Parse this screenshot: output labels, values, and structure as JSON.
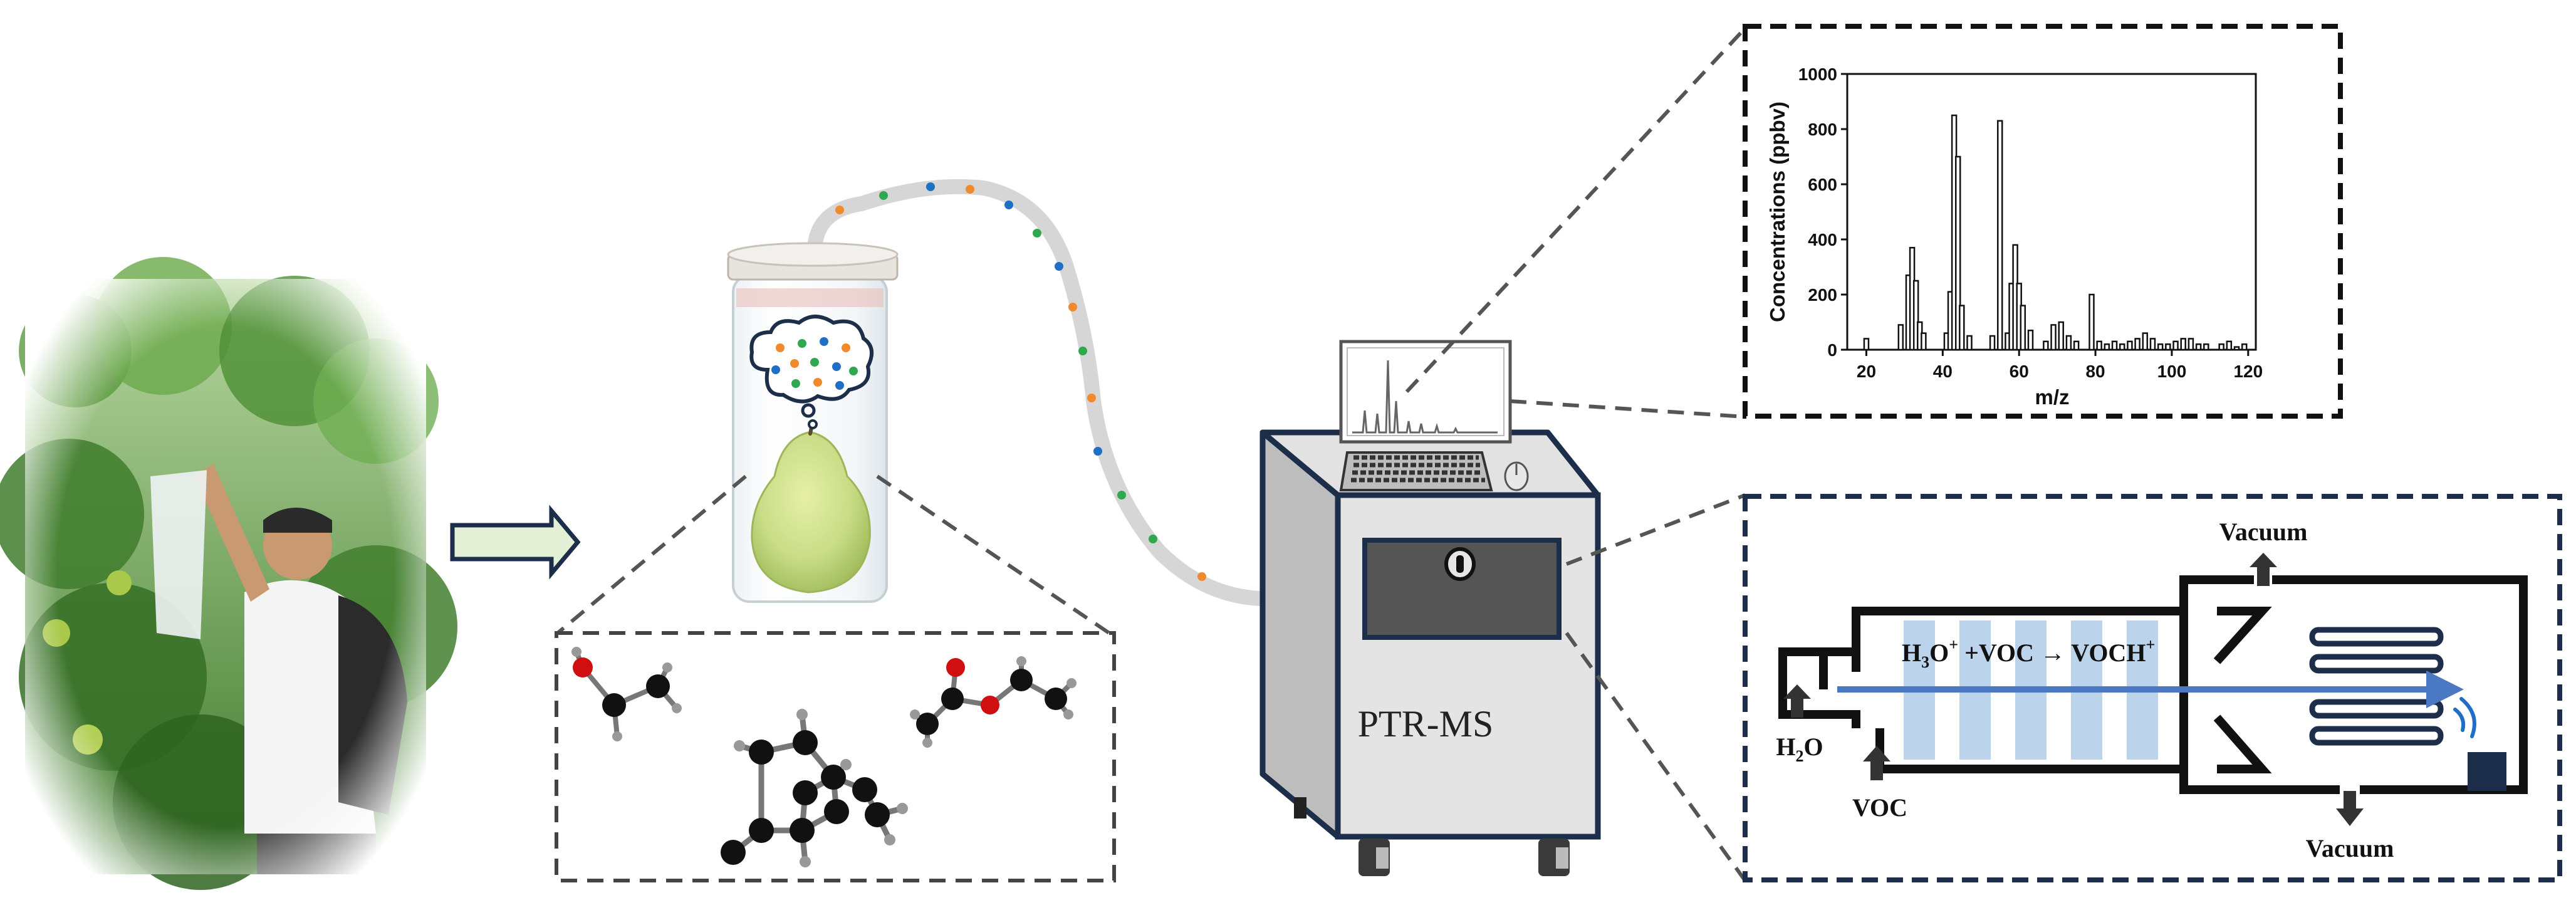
{
  "instrument": {
    "label": "PTR-MS"
  },
  "spectrum_panel": {
    "ylabel": "Concentrations (ppbv)",
    "xlabel": "m/z"
  },
  "ptr_panel": {
    "vacuum_top": "Vacuum",
    "vacuum_bottom": "Vacuum",
    "water": "H",
    "water_sub": "2",
    "water_tail": "O",
    "voc_inlet": "VOC",
    "reaction": {
      "h": "H",
      "sub3": "3",
      "o": "O",
      "sup1": "+",
      "mid": " +VOC → VOCH",
      "sup2": "+"
    }
  },
  "colors": {
    "panel_dark": "#1c2e4a",
    "beam": "#4a78c2",
    "drift_stripe": "#bcd3ec",
    "arrow_fill": "#e3f0d6",
    "dot_orange": "#f08a2c",
    "dot_green": "#2fa84f",
    "dot_blue": "#1f6fc7",
    "pear": "#c9dc86"
  },
  "chart_data": {
    "type": "bar",
    "xlabel": "m/z",
    "ylabel": "Concentrations (ppbv)",
    "xlim": [
      15,
      122
    ],
    "ylim": [
      0,
      1000
    ],
    "xticks": [
      20,
      40,
      60,
      80,
      100,
      120
    ],
    "yticks": [
      0,
      200,
      400,
      600,
      800,
      1000
    ],
    "x": [
      20,
      29,
      31,
      32,
      33,
      34,
      35,
      41,
      42,
      43,
      44,
      45,
      47,
      53,
      55,
      57,
      58,
      59,
      60,
      61,
      63,
      67,
      69,
      71,
      73,
      75,
      79,
      81,
      83,
      85,
      87,
      89,
      91,
      93,
      95,
      97,
      99,
      101,
      103,
      105,
      107,
      109,
      113,
      115,
      117,
      119
    ],
    "values": [
      40,
      90,
      270,
      370,
      250,
      100,
      60,
      60,
      210,
      850,
      700,
      160,
      50,
      50,
      830,
      60,
      240,
      380,
      240,
      160,
      70,
      30,
      90,
      100,
      50,
      30,
      200,
      30,
      20,
      30,
      20,
      30,
      40,
      60,
      40,
      20,
      20,
      30,
      40,
      40,
      20,
      20,
      20,
      30,
      10,
      20
    ]
  }
}
